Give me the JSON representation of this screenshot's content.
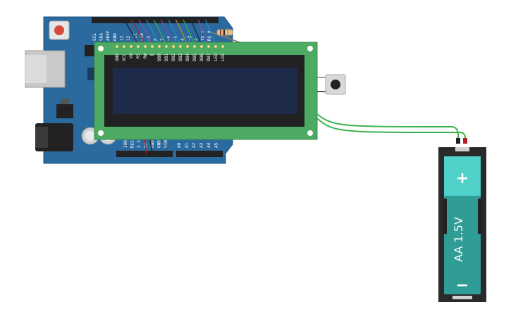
{
  "arduino": {
    "header_labels": [
      "SCL",
      "SDA",
      "AREF",
      "GND",
      "13",
      "12",
      "~11",
      "~10",
      "~9",
      "8",
      "7",
      "~6",
      "~5",
      "4",
      "~3",
      "2",
      "TX 1",
      "RX 0"
    ],
    "power_labels": [
      "IOREF",
      "RESET",
      "3.3V",
      "5V",
      "GND",
      "GND",
      "VIN"
    ],
    "analog_labels": [
      "A0",
      "A1",
      "A2",
      "A3",
      "A4",
      "A5"
    ]
  },
  "lcd": {
    "pin_labels": [
      "GND",
      "VCC",
      "V0",
      "RS",
      "RW",
      "E",
      "DB0",
      "DB1",
      "DB2",
      "DB3",
      "DB4",
      "DB5",
      "DB6",
      "DB7",
      "LED",
      "LED"
    ]
  },
  "battery": {
    "label": "AA 1.5V",
    "plus": "+",
    "minus": "−"
  },
  "colors": {
    "board": "#2a6a9e",
    "lcd_pcb": "#4caa62",
    "lcd_screen": "#1e2a4a",
    "battery_body": "#2f9c95",
    "battery_cap": "#4fd0c8",
    "wire_green": "#3cb24a"
  }
}
